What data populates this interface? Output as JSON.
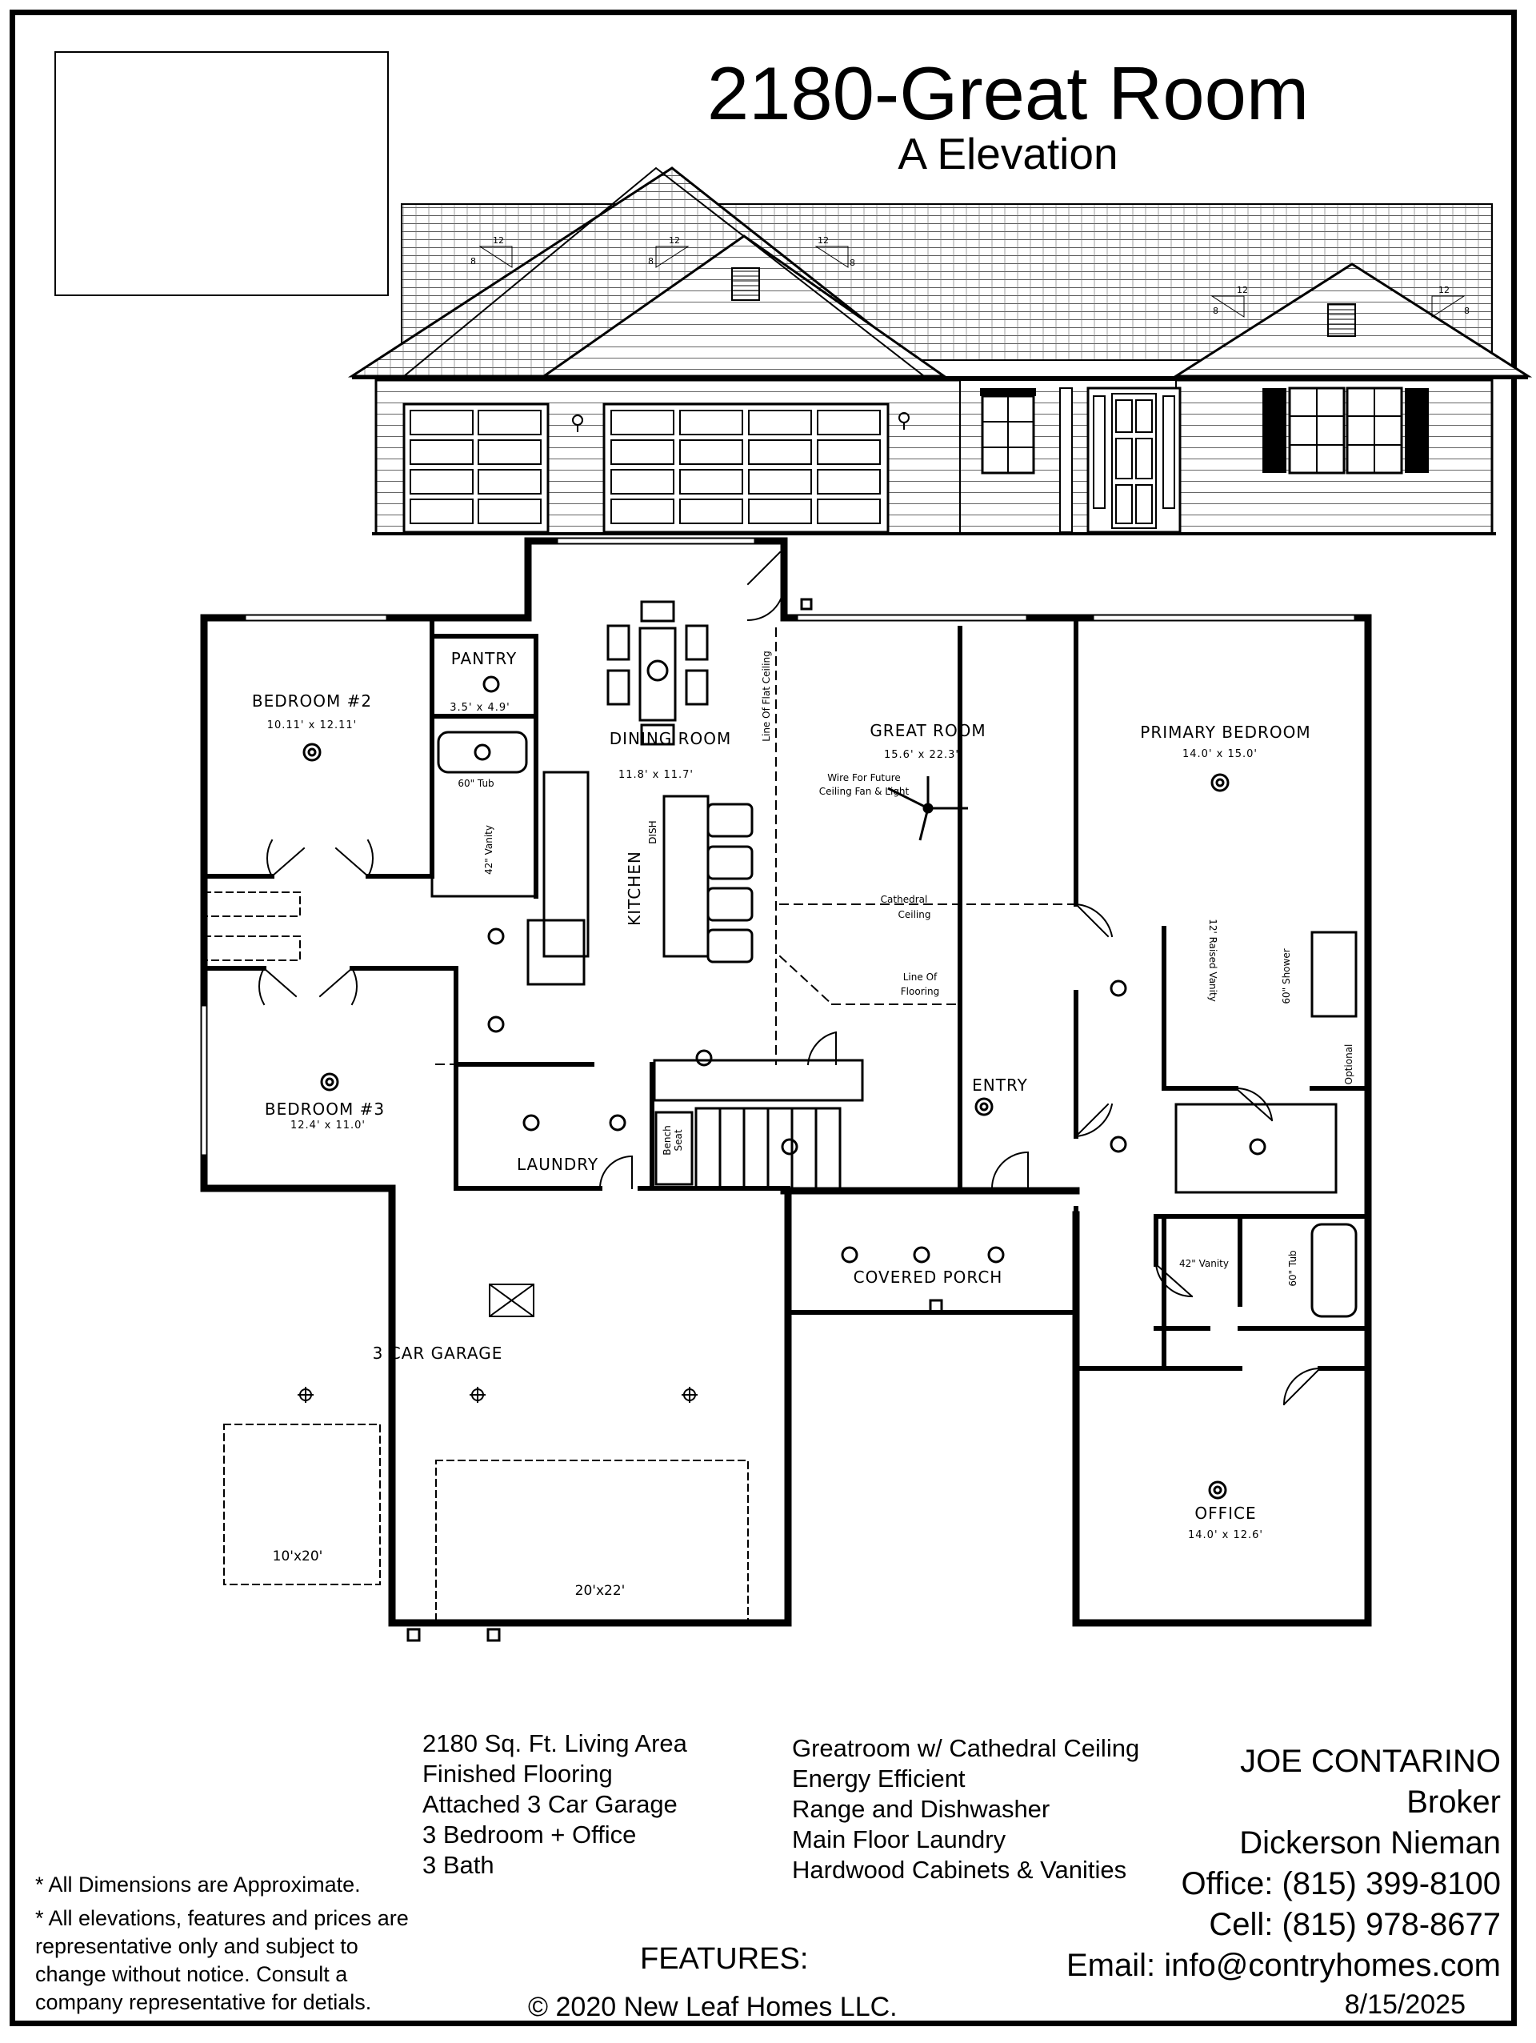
{
  "header": {
    "title": "2180-Great Room",
    "subtitle": "A Elevation"
  },
  "elevation": {
    "pitch_labels": [
      "12",
      "8",
      "12",
      "8",
      "12",
      "8",
      "12",
      "8",
      "12",
      "8"
    ]
  },
  "rooms": {
    "bedroom2": {
      "name": "BEDROOM #2",
      "dim": "10.11' x 12.11'"
    },
    "pantry": {
      "name": "PANTRY",
      "dim": "3.5' x 4.9'"
    },
    "dining": {
      "name": "DINING ROOM",
      "dim": "11.8' x 11.7'"
    },
    "great": {
      "name": "GREAT ROOM",
      "dim": "15.6' x 22.3'"
    },
    "primary": {
      "name": "PRIMARY BEDROOM",
      "dim": "14.0' x 15.0'"
    },
    "bedroom3": {
      "name": "BEDROOM #3",
      "dim": "12.4' x 11.0'"
    },
    "laundry": {
      "name": "LAUNDRY"
    },
    "kitchen": {
      "name": "KITCHEN"
    },
    "entry": {
      "name": "ENTRY"
    },
    "porch": {
      "name": "COVERED PORCH"
    },
    "garage": {
      "name": "3 CAR GARAGE"
    },
    "office": {
      "name": "OFFICE",
      "dim": "14.0' x 12.6'"
    }
  },
  "plan_notes": {
    "tub1": "60\" Tub",
    "vanity1": "42\" Vanity",
    "dish": "DISH",
    "fan": "Wire For Future Ceiling Fan & Light",
    "fan_line1": "Wire For Future",
    "fan_line2": "Ceiling Fan & Light",
    "flat_ceiling": "Line Of Flat Ceiling",
    "cathedral1": "Cathedral",
    "cathedral2": "Ceiling",
    "flooring1": "Line Of",
    "flooring2": "Flooring",
    "raised_vanity": "12' Raised Vanity",
    "shower": "60\" Shower",
    "optional": "Optional",
    "bench1": "Bench",
    "bench2": "Seat",
    "vanity2": "42\" Vanity",
    "tub2": "60\" Tub",
    "garage_door1": "10'x20'",
    "garage_door2": "20'x22'"
  },
  "features": {
    "heading": "FEATURES:",
    "col1": [
      "2180 Sq. Ft. Living Area",
      "Finished Flooring",
      "Attached 3 Car Garage",
      "3 Bedroom + Office",
      "3 Bath"
    ],
    "col2": [
      "Greatroom w/ Cathedral Ceiling",
      "Energy Efficient",
      "Range and Dishwasher",
      "Main Floor Laundry",
      "Hardwood Cabinets & Vanities"
    ]
  },
  "contact": {
    "name": "JOE CONTARINO",
    "role": "Broker",
    "company": "Dickerson Nieman",
    "office": "Office: (815) 399-8100",
    "cell": "Cell: (815) 978-8677",
    "email": "Email: info@contryhomes.com",
    "date": "8/15/2025"
  },
  "notes": {
    "note1": "* All Dimensions are Approximate.",
    "note2_l1": "* All elevations, features and prices are",
    "note2_l2": "representative only and subject to",
    "note2_l3": "change without notice. Consult a",
    "note2_l4": "company representative for detials."
  },
  "copyright": "© 2020 New Leaf Homes LLC."
}
